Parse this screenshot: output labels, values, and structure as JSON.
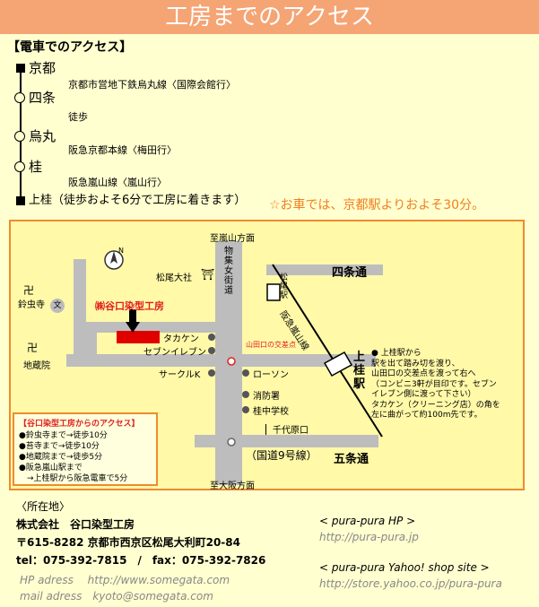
{
  "header": {
    "title": "工房までのアクセス"
  },
  "train": {
    "section_title": "【電車でのアクセス】",
    "stations": [
      {
        "name": "京都"
      },
      {
        "name": "四条"
      },
      {
        "name": "烏丸"
      },
      {
        "name": "桂"
      },
      {
        "name": "上桂（徒歩およそ6分で工房に着きます）"
      }
    ],
    "lines": [
      "京都市営地下鉄烏丸線〈国際会館行〉",
      "徒歩",
      "阪急京都本線〈梅田行〉",
      "阪急嵐山線〈嵐山行〉"
    ],
    "car_note": "☆お車では、京都駅よりおよそ30分。"
  },
  "map": {
    "labels": {
      "north_top": "至嵐山方面",
      "south_bottom": "至大阪方面",
      "matsuo_taisha": "松尾大社",
      "shrine_mark": "⛩",
      "street_vertical": "物集女街道",
      "matsuo_station": "松尾駅",
      "shijo_dori": "四条通",
      "hankyu_line": "阪急嵐山線",
      "suzumushi": "鈴虫寺",
      "jizoin": "地蔵院",
      "bun": "文",
      "company": "㈱谷口染型工房",
      "takaken": "タカケン",
      "seven_eleven": "セブンイレブン",
      "yamadaguchi": "山田口の交差点",
      "circle_k": "サークルK",
      "lawson": "ローソン",
      "fire_station": "消防署",
      "katsura_middle": "桂中学校",
      "kamikatsura_station": "上桂駅",
      "chiyohara": "千代原口",
      "route9": "（国道9号線）",
      "gojo_dori": "五条通",
      "temple_mark": "卍",
      "school_mark": "文"
    },
    "right_note": [
      "● 上桂駅から",
      "駅を出て踏み切を渡り、",
      "山田口の交差点を渡って右へ",
      "（コンビニ3軒が目印です。セブン",
      "イレブン側に渡って下さい）",
      "タカケン（クリーニング店）の角を",
      "左に曲がって約100m先です。"
    ],
    "access_box": {
      "title": "【谷口染型工房からのアクセス】",
      "items": [
        "●鈴虫寺まで→徒歩10分",
        "●苔寺まで→徒歩10分",
        "●地蔵院まで→徒歩5分",
        "●阪急嵐山駅まで",
        "　→上桂駅から阪急電車で5分"
      ]
    }
  },
  "address": {
    "heading": "〈所在地〉",
    "company": "株式会社　谷口染型工房",
    "postal": "〒615-8282 京都市西京区松尾大利町20-84",
    "tel_fax": "tel：075-392-7815　/　fax：075-392-7826",
    "hp": "HP adress　 http://www.somegata.com",
    "mail": "mail adress　kyoto@somegata.com"
  },
  "links": {
    "hp_title": "< pura-pura HP >",
    "hp_url": "http://pura-pura.jp",
    "shop_title": "< pura-pura Yahoo! shop site >",
    "shop_url": "http://store.yahoo.co.jp/pura-pura"
  },
  "colors": {
    "title_bg": "#f5a474",
    "accent_orange": "#f08020",
    "map_bg": "#fff9a8",
    "red": "#e02020"
  }
}
